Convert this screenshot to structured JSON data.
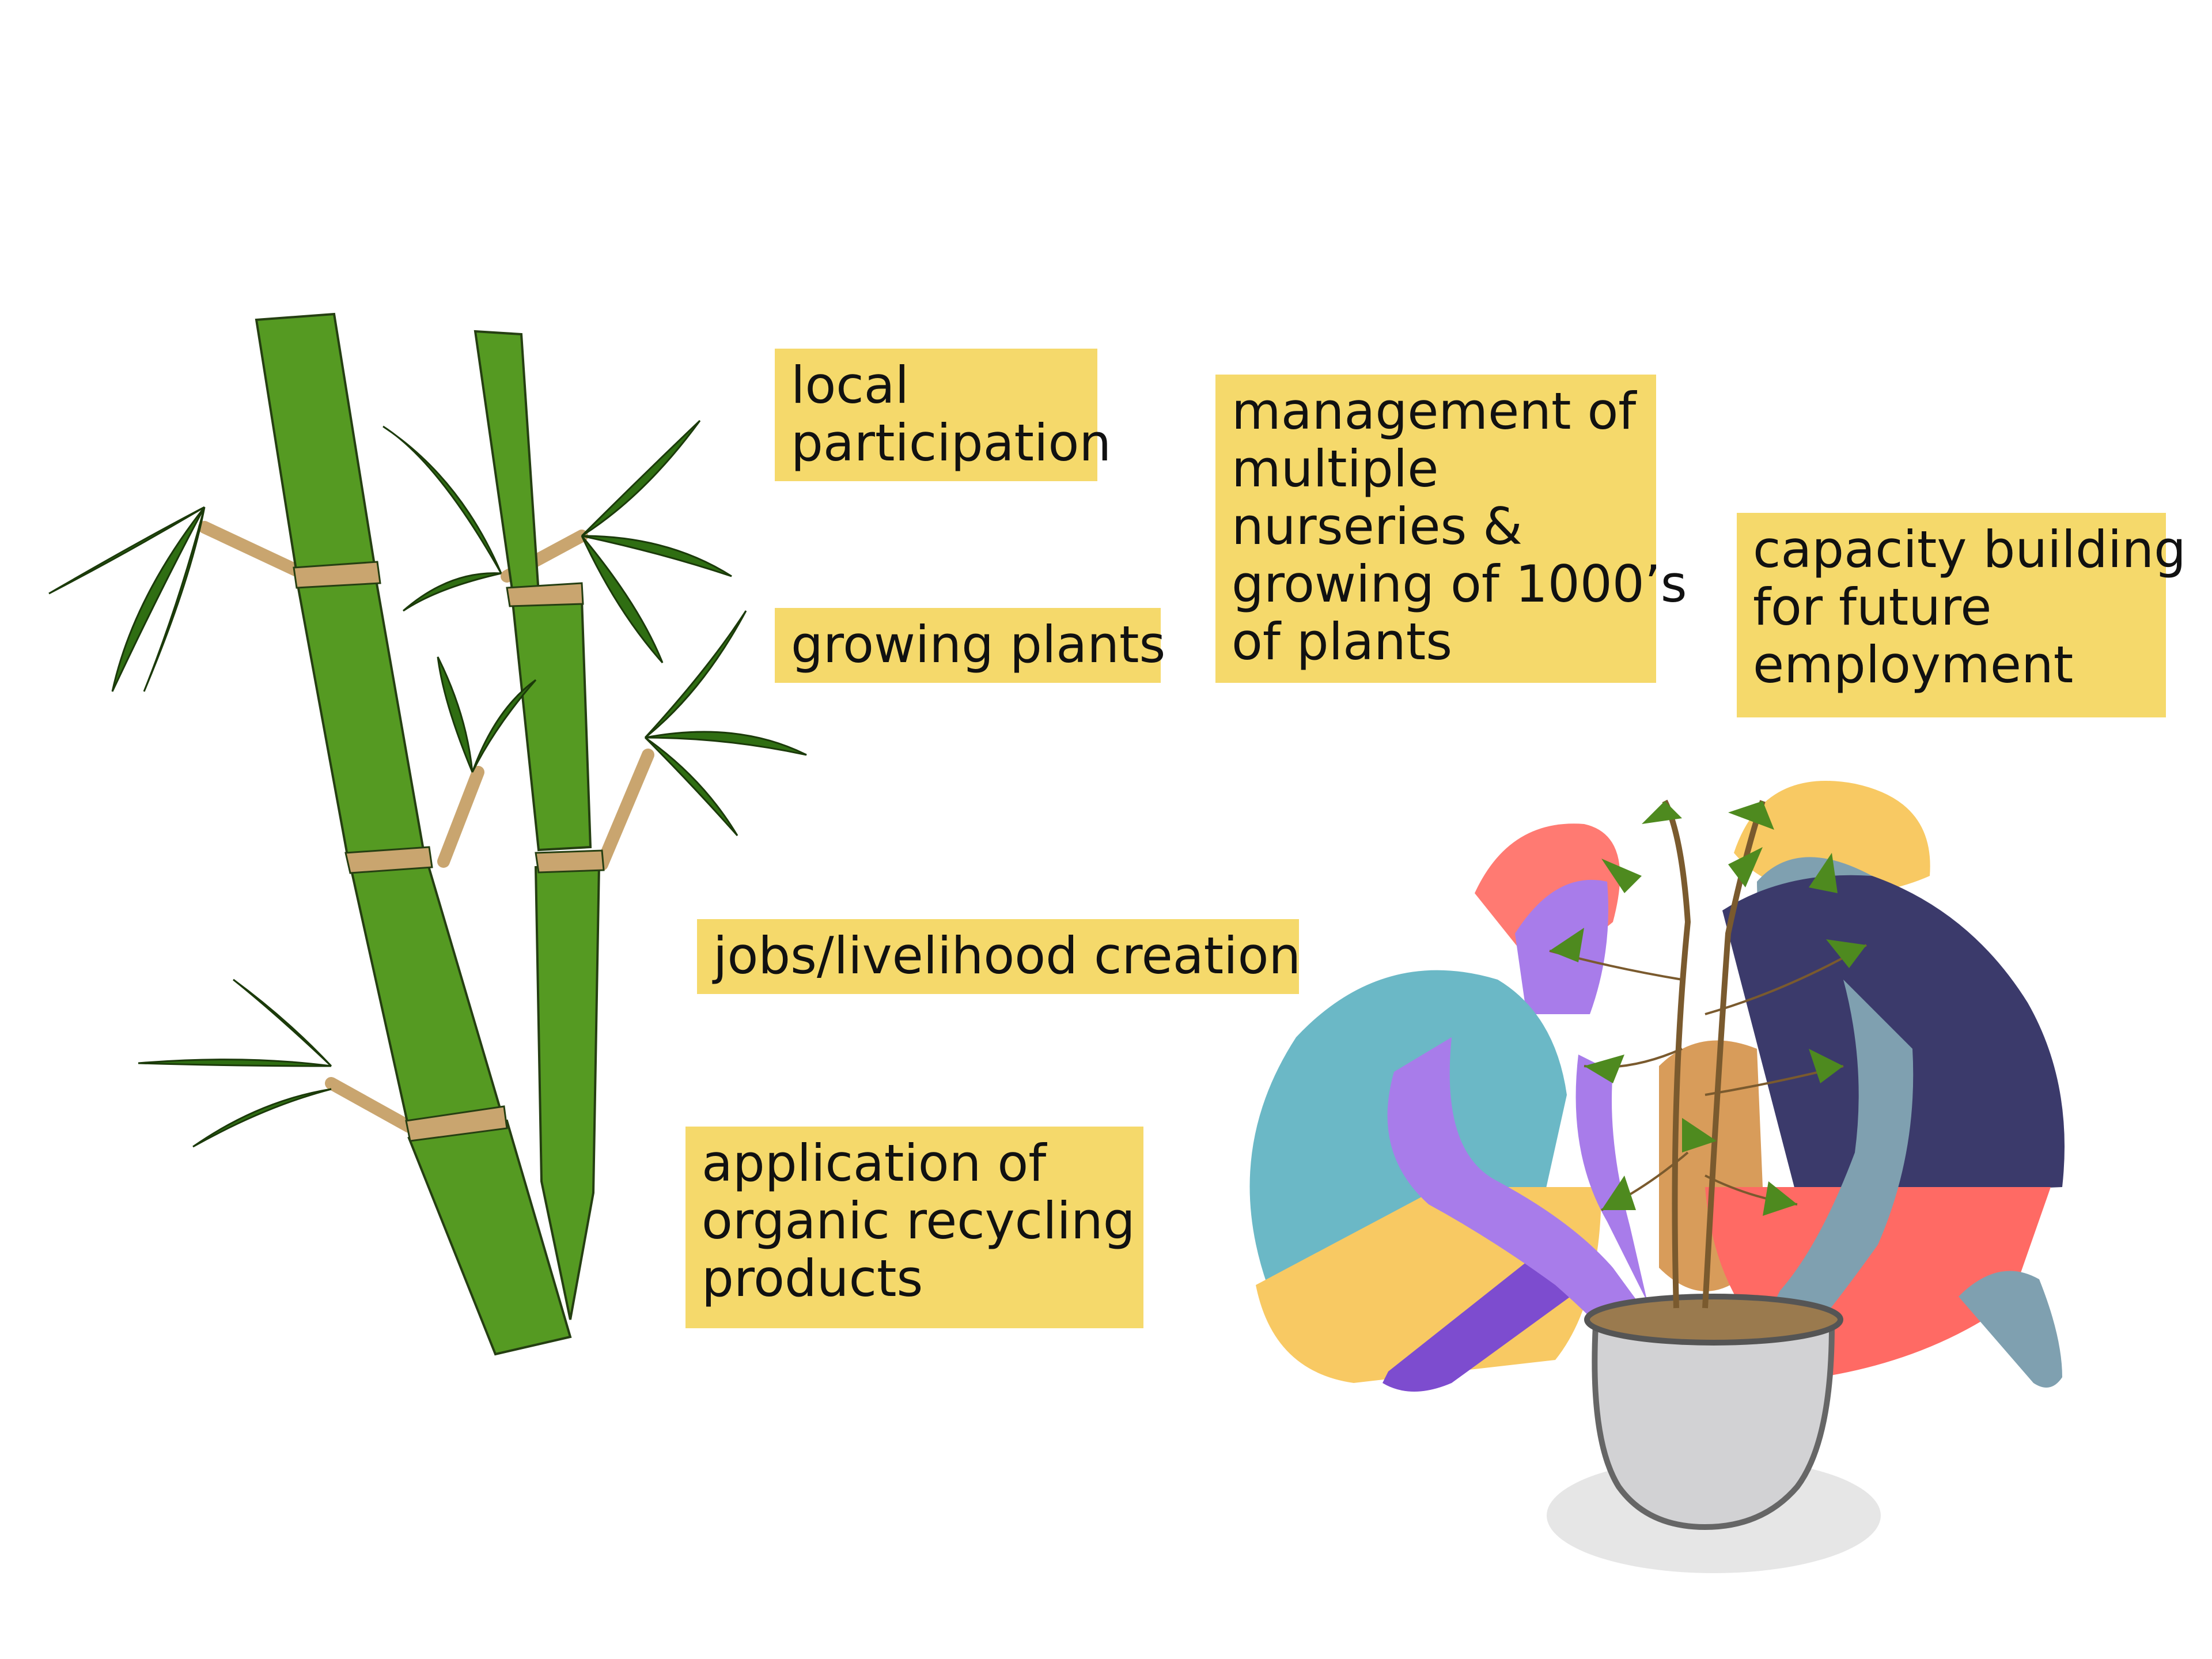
{
  "labels": {
    "local_participation": [
      "local",
      "participation"
    ],
    "growing_plants": [
      "growing plants"
    ],
    "management": [
      "management of",
      "multiple",
      "nurseries &",
      "growing of 1000’s",
      "of plants"
    ],
    "capacity_building": [
      "capacity building",
      "for future",
      "employment"
    ],
    "jobs": [
      "jobs/livelihood creation"
    ],
    "organic": [
      "application of",
      "organic recycling",
      "products"
    ]
  },
  "colors": {
    "label_bg": "#f5d96b",
    "bamboo_green": "#559a22",
    "leaf_dark": "#2f6e12",
    "node_tan": "#c9a56f",
    "person1_shirt": "#6bb8c6",
    "person1_skin": "#a87cea",
    "person1_hair": "#ff7a72",
    "person1_pants": "#f8c963",
    "person2_shirt": "#3b3a6b",
    "person2_skin": "#7fa0b0",
    "person2_hair": "#f8c963",
    "person2_pants": "#ff6a64",
    "pot": "#d2d2d4"
  },
  "icons": {
    "bamboo": "bamboo-plant-icon",
    "gardeners": "gardeners-planting-icon"
  }
}
